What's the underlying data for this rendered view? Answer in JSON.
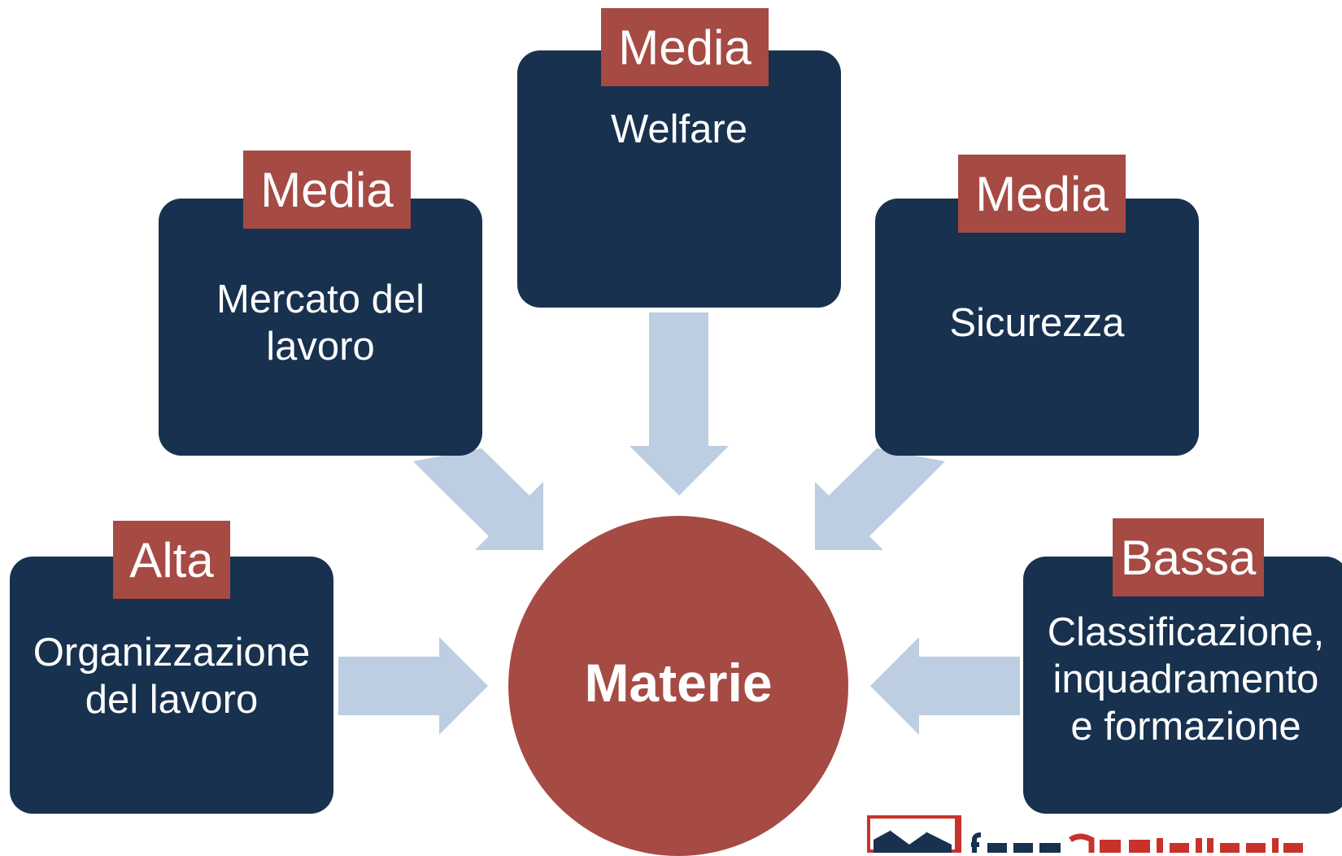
{
  "colors": {
    "box": "#18314f",
    "tag": "#a64a44",
    "arrow": "#bdcde2",
    "text": "#ffffff"
  },
  "center": {
    "label": "Materie"
  },
  "topics": [
    {
      "id": "mercato",
      "label": "Mercato del\nlavoro",
      "priority": "Media"
    },
    {
      "id": "welfare",
      "label": "Welfare",
      "priority": "Media"
    },
    {
      "id": "sicurezza",
      "label": "Sicurezza",
      "priority": "Media"
    },
    {
      "id": "organizzazione",
      "label": "Organizzazione\ndel lavoro",
      "priority": "Alta"
    },
    {
      "id": "classificazione",
      "label": "Classificazione,\ninquadramento\ne formazione",
      "priority": "Bassa"
    }
  ]
}
